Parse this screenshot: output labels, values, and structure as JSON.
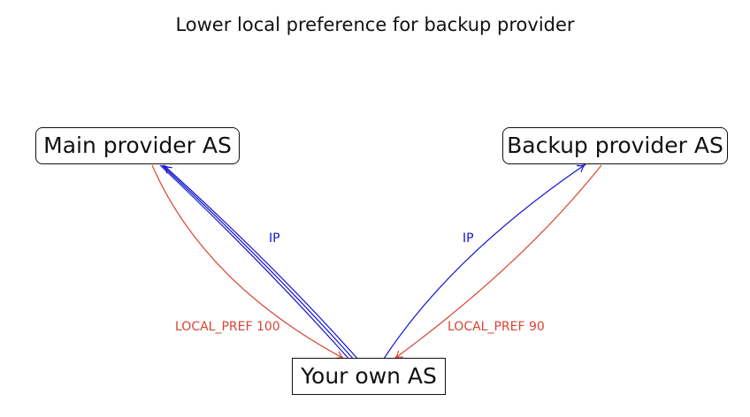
{
  "title": "Lower local preference for backup provider",
  "nodes": {
    "main": "Main provider AS",
    "backup": "Backup provider AS",
    "own": "Your own AS"
  },
  "edges": {
    "ip_to_main": "IP",
    "ip_to_backup": "IP",
    "local_pref_main": "LOCAL_PREF 100",
    "local_pref_backup": "LOCAL_PREF 90"
  },
  "colors": {
    "ip": "#1414d2",
    "local_pref": "#d64532"
  }
}
